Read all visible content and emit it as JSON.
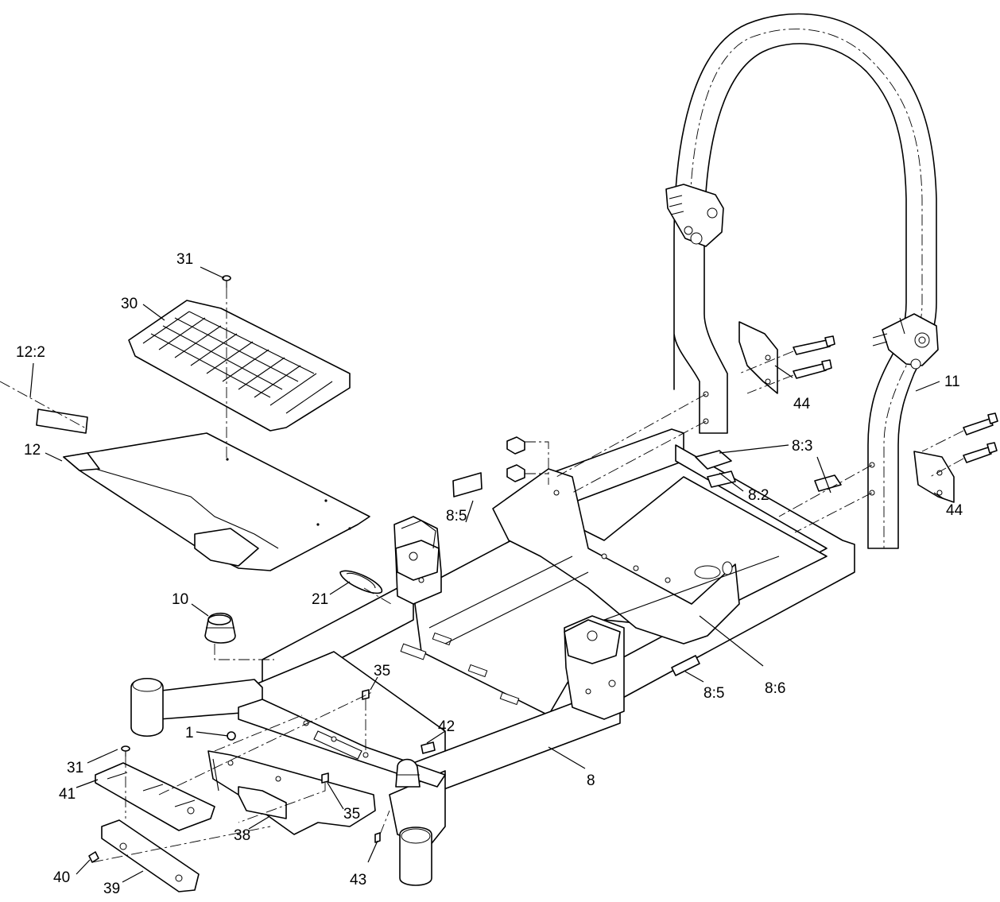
{
  "callouts": {
    "c1": "1",
    "c8": "8",
    "c8_2": "8:2",
    "c8_3": "8:3",
    "c8_5_top": "8:5",
    "c8_5_bottom": "8:5",
    "c8_6": "8:6",
    "c10": "10",
    "c11": "11",
    "c12": "12",
    "c12_2": "12:2",
    "c21": "21",
    "c30": "30",
    "c31_top": "31",
    "c31_bottom": "31",
    "c35_top": "35",
    "c35_bottom": "35",
    "c38": "38",
    "c39": "39",
    "c40": "40",
    "c41": "41",
    "c42": "42",
    "c43": "43",
    "c44_left": "44",
    "c44_right": "44"
  },
  "colors": {
    "line": "#000000",
    "background": "#ffffff"
  }
}
